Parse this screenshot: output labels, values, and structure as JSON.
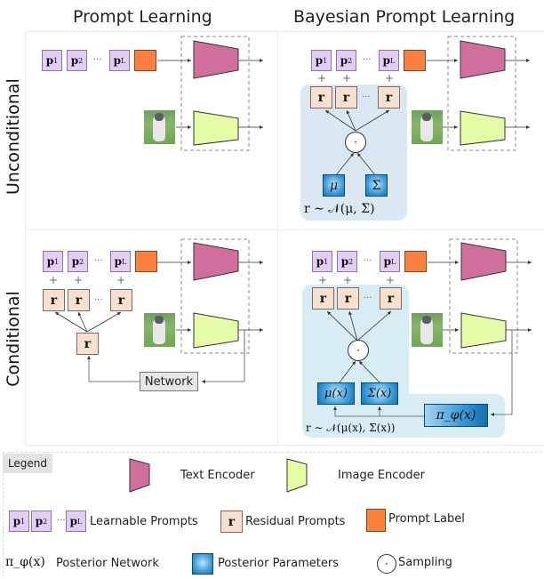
{
  "columns": {
    "left": "Prompt Learning",
    "right": "Bayesian Prompt Learning"
  },
  "rows": {
    "top": "Unconditional",
    "bottom": "Conditional"
  },
  "prompts": {
    "p1": "p",
    "p1_sub": "1",
    "p2": "p",
    "p2_sub": "2",
    "pL": "p",
    "pL_sub": "L",
    "dots": "···",
    "plus": "+"
  },
  "residual": {
    "symbol": "r"
  },
  "unconditional_bayes": {
    "mu": "μ",
    "sigma": "Σ",
    "formula": "r ∼ 𝒩(μ, Σ)"
  },
  "conditional_bayes": {
    "mu": "μ(x)",
    "sigma": "Σ(x)",
    "posterior_net": "π_φ(x)",
    "formula": "r ∼ 𝒩(μ(x), Σ(x))"
  },
  "conditional_plain": {
    "network": "Network"
  },
  "sampling_symbol": "·",
  "legend": {
    "title": "Legend",
    "text_encoder": "Text Encoder",
    "image_encoder": "Image Encoder",
    "learnable_prompts": "Learnable Prompts",
    "residual_prompts": "Residual Prompts",
    "prompt_label": "Prompt Label",
    "posterior_network_symbol": "π_φ(x)",
    "posterior_network": "Posterior Network",
    "posterior_parameters": "Posterior Parameters",
    "sampling": "Sampling"
  },
  "colors": {
    "text_encoder": "#d06e9c",
    "image_encoder": "#e6fba6",
    "prompt": "#e4ccf8",
    "prompt_label": "#fb7f3d",
    "residual": "#f7e0d0",
    "posterior": "#1e88cf",
    "panel_uncond": "#dbe7f3",
    "panel_cond": "#d8ecf4"
  }
}
